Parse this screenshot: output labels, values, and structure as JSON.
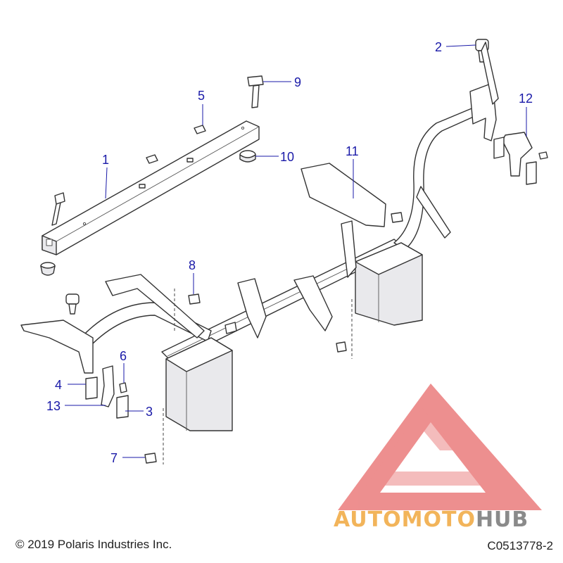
{
  "footer": {
    "copyright": "© 2019 Polaris Industries Inc.",
    "drawing_id": "C0513778-2"
  },
  "watermark": {
    "text_part1": "AUTOMOTO",
    "text_part2": "HUB",
    "colors": {
      "logo": "#e86a6a",
      "part1": "#f2b45a",
      "part2": "#8a8a8a"
    }
  },
  "callouts": [
    "1",
    "2",
    "3",
    "4",
    "5",
    "6",
    "7",
    "8",
    "9",
    "10",
    "11",
    "12",
    "13"
  ],
  "colors": {
    "callout": "#1a1aa8",
    "line": "#333333"
  }
}
